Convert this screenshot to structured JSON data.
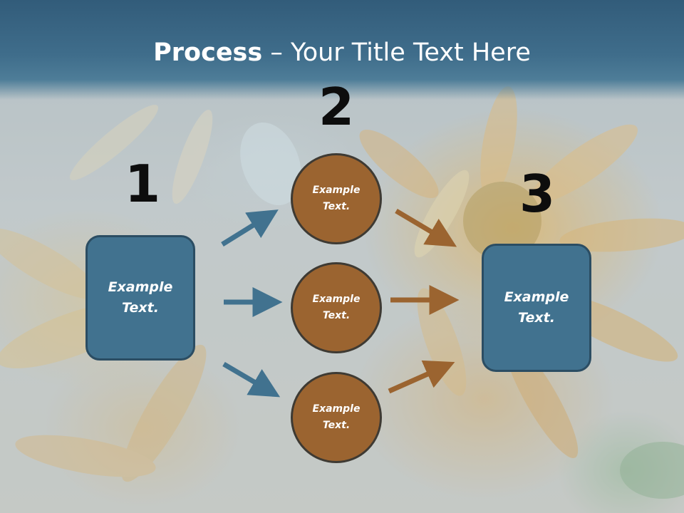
{
  "slide": {
    "title_bold": "Process",
    "title_rest": " – Your Title Text Here"
  },
  "steps": {
    "step1_number": "1",
    "step2_number": "2",
    "step3_number": "3"
  },
  "left_box": {
    "text": "Example Text."
  },
  "circles": [
    {
      "text": "Example Text."
    },
    {
      "text": "Example Text."
    },
    {
      "text": "Example Text."
    }
  ],
  "right_box": {
    "text": "Example Text."
  },
  "colors": {
    "title_band": "#3f6d8b",
    "box_fill": "#41728f",
    "circle_fill": "#9b6430",
    "blue_arrow": "#41728f",
    "brown_arrow": "#9b6430"
  }
}
